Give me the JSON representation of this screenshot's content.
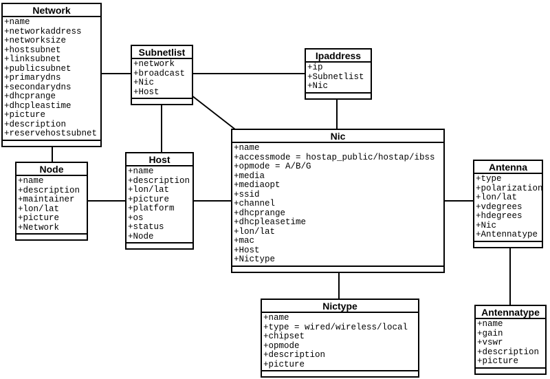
{
  "canvas": {
    "background_color": "#ffffff",
    "line_color": "#000000",
    "text_color": "#000000"
  },
  "diagram": {
    "type": "uml-class-diagram",
    "classes": {
      "network": {
        "title": "Network",
        "attributes": [
          "+name",
          "+networkaddress",
          "+networksize",
          "+hostsubnet",
          "+linksubnet",
          "+publicsubnet",
          "+primarydns",
          "+secondarydns",
          "+dhcprange",
          "+dhcpleastime",
          "+picture",
          "+description",
          "+reservehostsubnet"
        ]
      },
      "subnetlist": {
        "title": "Subnetlist",
        "attributes": [
          "+network",
          "+broadcast",
          "+Nic",
          "+Host"
        ]
      },
      "ipaddress": {
        "title": "Ipaddress",
        "attributes": [
          "+ip",
          "+Subnetlist",
          "+Nic"
        ]
      },
      "nic": {
        "title": "Nic",
        "attributes": [
          "+name",
          "+accessmode = hostap_public/hostap/ibss",
          "+opmode = A/B/G",
          "+media",
          "+mediaopt",
          "+ssid",
          "+channel",
          "+dhcprange",
          "+dhcpleasetime",
          "+lon/lat",
          "+mac",
          "+Host",
          "+Nictype"
        ]
      },
      "node": {
        "title": "Node",
        "attributes": [
          "+name",
          "+description",
          "+maintainer",
          "+lon/lat",
          "+picture",
          "+Network"
        ]
      },
      "host": {
        "title": "Host",
        "attributes": [
          "+name",
          "+description",
          "+lon/lat",
          "+picture",
          "+platform",
          "+os",
          "+status",
          "+Node"
        ]
      },
      "antenna": {
        "title": "Antenna",
        "attributes": [
          "+type",
          "+polarization",
          "+lon/lat",
          "+vdegrees",
          "+hdegrees",
          "+Nic",
          "+Antennatype"
        ]
      },
      "nictype": {
        "title": "Nictype",
        "attributes": [
          "+name",
          "+type = wired/wireless/local",
          "+chipset",
          "+opmode",
          "+description",
          "+picture"
        ]
      },
      "antennatype": {
        "title": "Antennatype",
        "attributes": [
          "+name",
          "+gain",
          "+vswr",
          "+description",
          "+picture"
        ]
      }
    },
    "relationships": [
      {
        "from": "Network",
        "to": "Subnetlist"
      },
      {
        "from": "Network",
        "to": "Node"
      },
      {
        "from": "Subnetlist",
        "to": "Ipaddress"
      },
      {
        "from": "Subnetlist",
        "to": "Host"
      },
      {
        "from": "Subnetlist",
        "to": "Nic"
      },
      {
        "from": "Ipaddress",
        "to": "Nic"
      },
      {
        "from": "Node",
        "to": "Host"
      },
      {
        "from": "Host",
        "to": "Nic"
      },
      {
        "from": "Nic",
        "to": "Antenna"
      },
      {
        "from": "Nic",
        "to": "Nictype"
      },
      {
        "from": "Antenna",
        "to": "Antennatype"
      }
    ]
  }
}
